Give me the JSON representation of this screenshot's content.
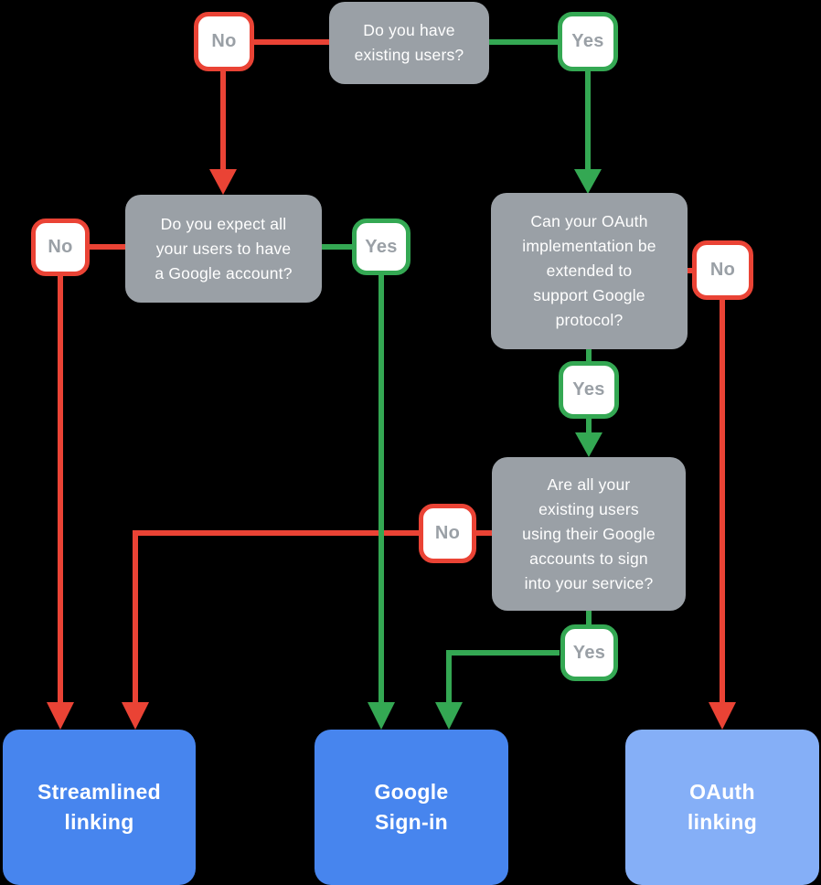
{
  "colors": {
    "background": "#000000",
    "question_box": "#9AA0A6",
    "question_text": "#FFFFFF",
    "badge_background": "#FFFFFF",
    "badge_text": "#9AA0A6",
    "no_color": "#EA4335",
    "yes_color": "#34A853",
    "outcome_blue": "#4785EE",
    "outcome_light_blue": "#85AFF7",
    "outcome_text": "#FFFFFF"
  },
  "flowchart": {
    "questions": [
      {
        "id": "q1",
        "lines": [
          "Do you have",
          "existing users?"
        ],
        "no_label": "No",
        "yes_label": "Yes"
      },
      {
        "id": "q2",
        "lines": [
          "Do you expect all",
          "your users to have",
          "a Google account?"
        ],
        "no_label": "No",
        "yes_label": "Yes"
      },
      {
        "id": "q3",
        "lines": [
          "Can your OAuth",
          "implementation be",
          "extended to",
          "support Google",
          "protocol?"
        ],
        "no_label": "No",
        "yes_label": "Yes"
      },
      {
        "id": "q4",
        "lines": [
          "Are all your",
          "existing users",
          "using their Google",
          "accounts to sign",
          "into your service?"
        ],
        "no_label": "No",
        "yes_label": "Yes"
      }
    ],
    "outcomes": [
      {
        "id": "streamlined-linking",
        "lines": [
          "Streamlined",
          "linking"
        ]
      },
      {
        "id": "google-sign-in",
        "lines": [
          "Google",
          "Sign-in"
        ]
      },
      {
        "id": "oauth-linking",
        "lines": [
          "OAuth",
          "linking"
        ]
      }
    ]
  }
}
